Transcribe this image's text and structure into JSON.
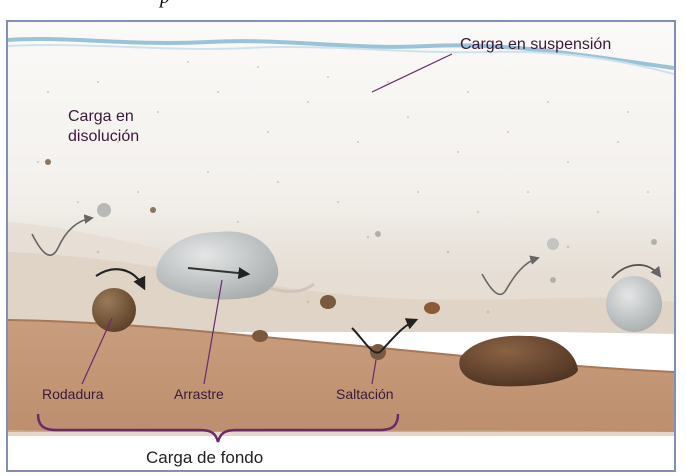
{
  "top_fragment": "p",
  "labels": {
    "suspension": "Carga en suspensión",
    "dissolution_line1": "Carga en",
    "dissolution_line2": "disolución",
    "rolling": "Rodadura",
    "dragging": "Arrastre",
    "saltation": "Saltación",
    "bed_load": "Carga de fondo"
  },
  "colors": {
    "water_surface": "#9bc3d8",
    "water": "#f7f5f2",
    "sediment_band": "#ece6df",
    "riverbed": "#c79b7a",
    "leader_line": "#6a2a6a",
    "bracket": "#6a2a6a",
    "border": "#7f8fb8"
  }
}
